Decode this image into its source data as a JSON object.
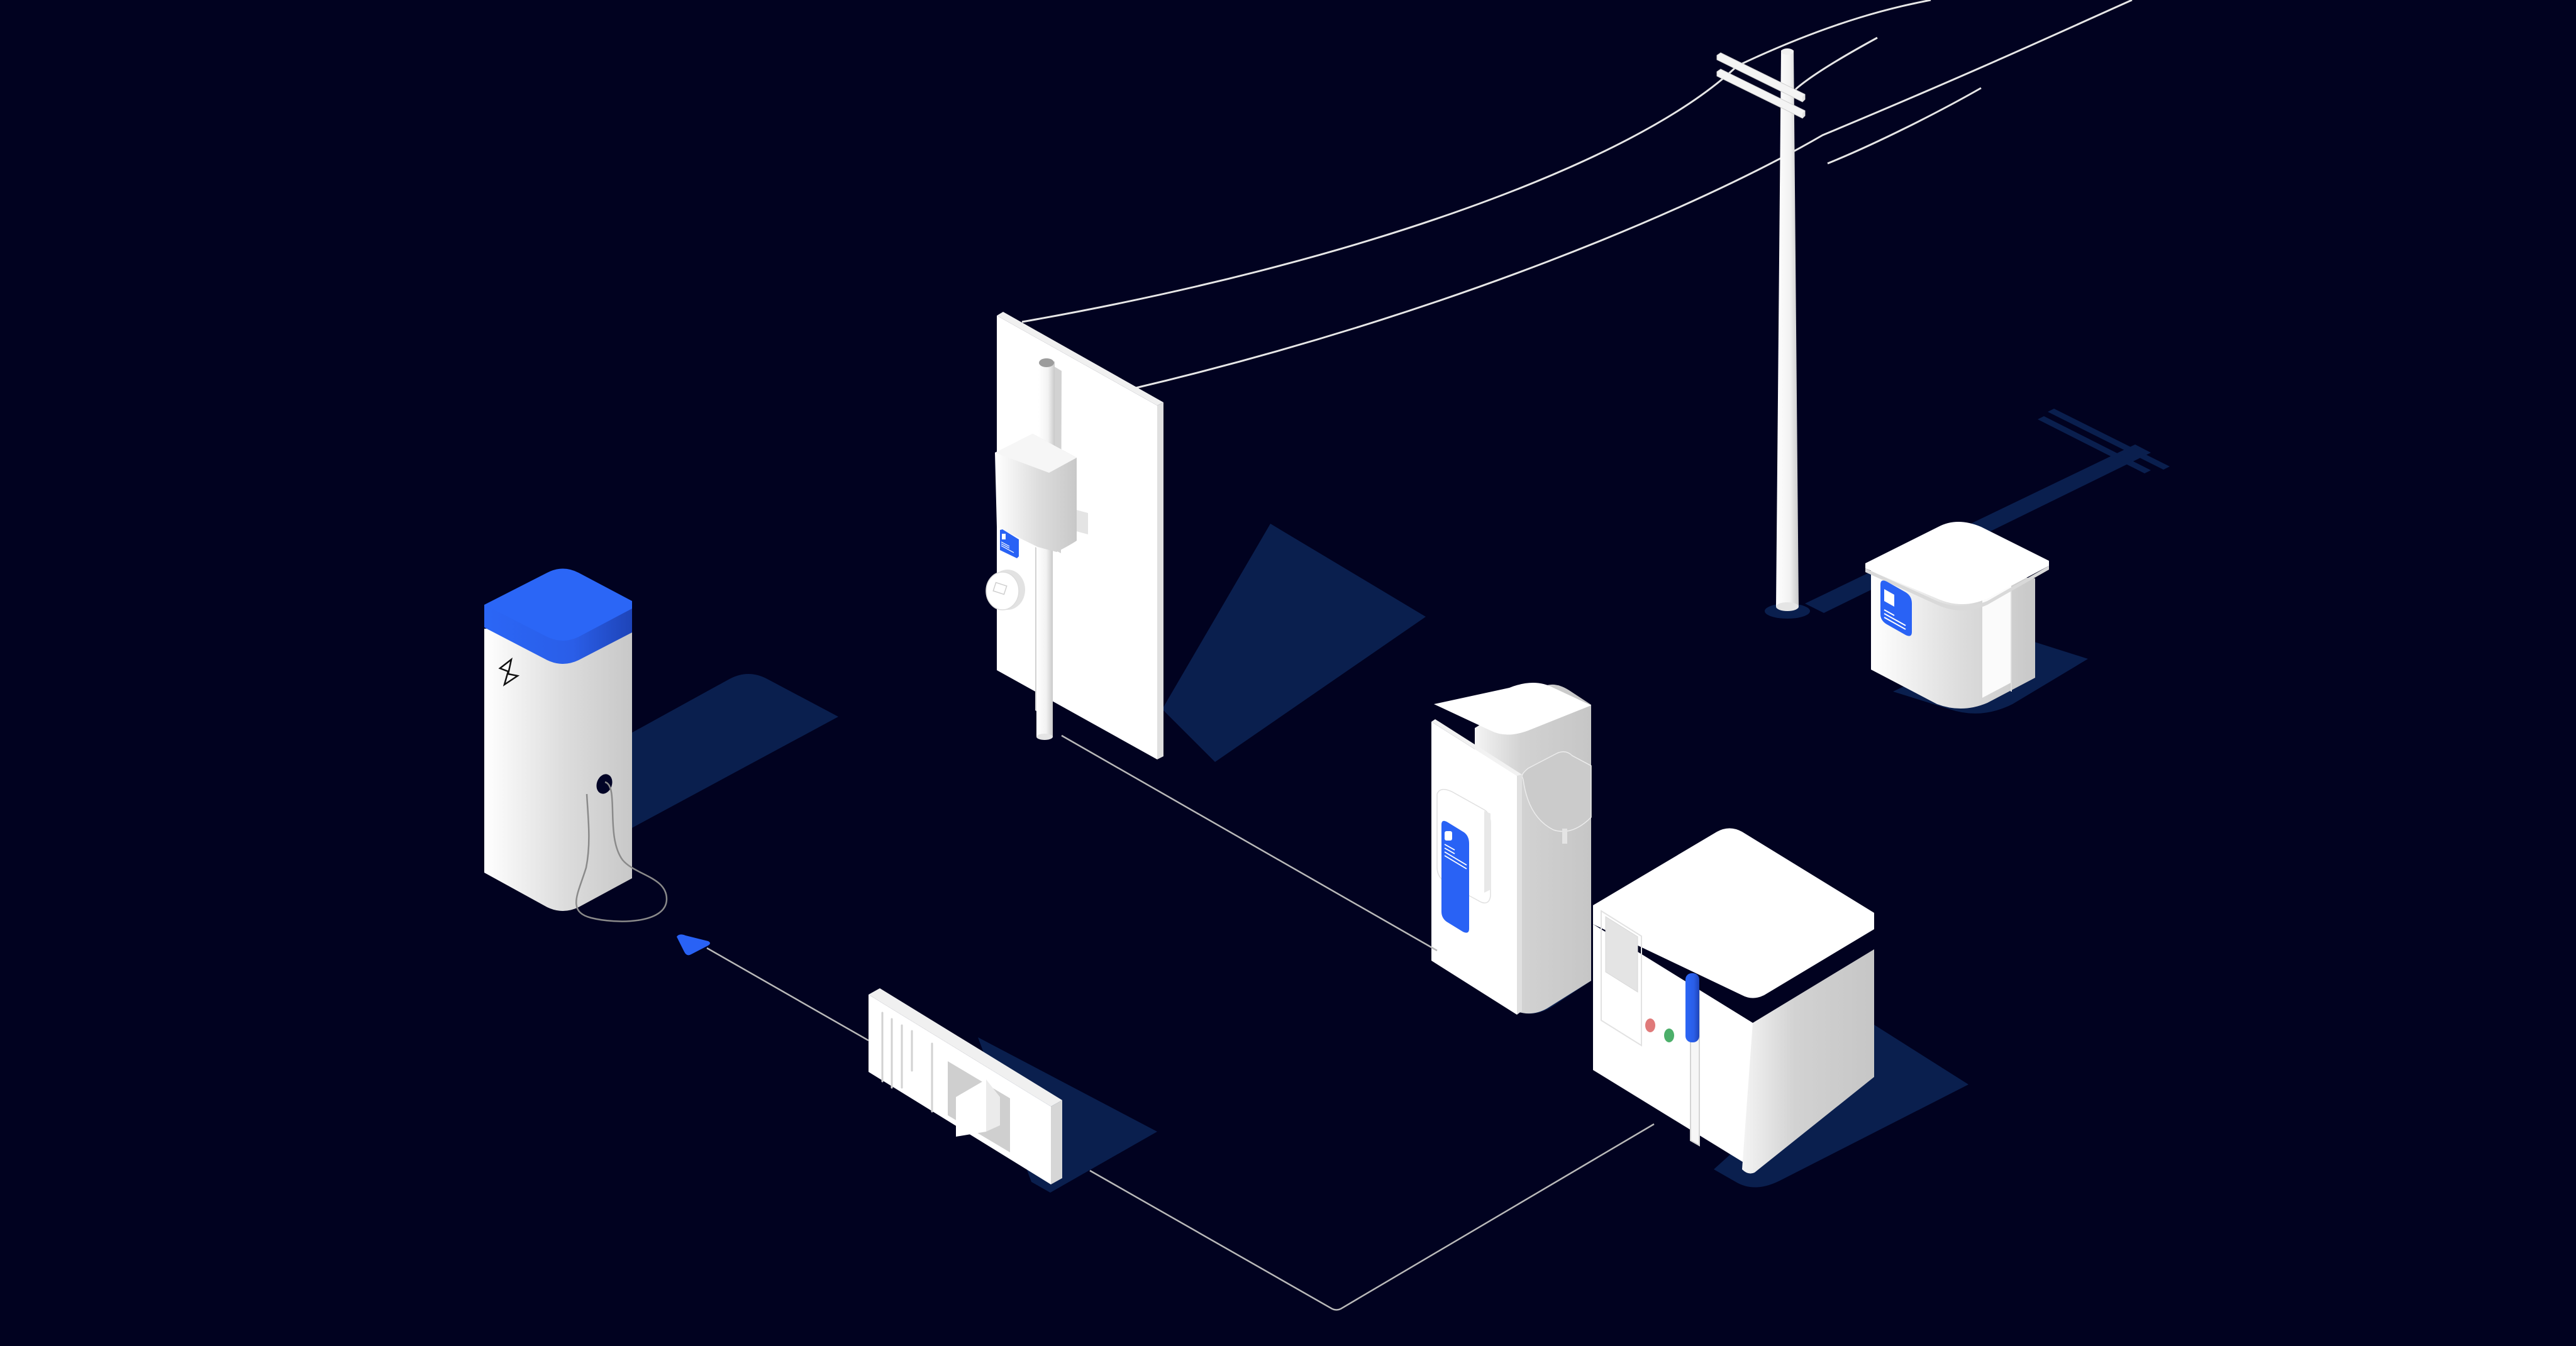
{
  "scene": {
    "title": "Isometric power grid illustration",
    "background": "#010220",
    "colors": {
      "background": "#010220",
      "shadow": "#0a1f4e",
      "accent_blue": "#2962f5",
      "accent_blue_dark": "#1e44b8",
      "white": "#ffffff",
      "light_gray": "#e2e2e2",
      "mid_gray": "#c9c9c9",
      "wire": "#e6e6e6",
      "button_red": "#e07a7a",
      "button_green": "#4caf6a"
    }
  },
  "elements": {
    "utility_pole": {
      "label": "Utility pole with two crossarms"
    },
    "pad_transformer": {
      "label": "Pad-mounted transformer",
      "badge": "blue info label"
    },
    "meter_wall": {
      "label": "Wall with electric meter and conduit",
      "badge": "blue info label"
    },
    "cabinet_tall": {
      "label": "Tall electrical cabinet",
      "badge": "blue info panel"
    },
    "panel_box": {
      "label": "Main electrical panel",
      "buttons": [
        "red stop button",
        "green start button"
      ],
      "handle": "blue handle"
    },
    "breaker_switch": {
      "label": "Disconnect switch with lever"
    },
    "battery_unit": {
      "label": "Home battery / EV charger with blue top",
      "icon": "lightning bolt"
    },
    "plug": {
      "label": "Blue plug connector"
    }
  },
  "connections": [
    {
      "from": "utility_pole",
      "to": "meter_wall",
      "type": "overhead wire"
    },
    {
      "from": "meter_wall",
      "to": "cabinet_tall",
      "type": "ground wire"
    },
    {
      "from": "panel_box",
      "to": "breaker_switch",
      "type": "ground wire"
    },
    {
      "from": "breaker_switch",
      "to": "plug",
      "type": "ground wire"
    },
    {
      "from": "battery_unit",
      "to": "plug",
      "type": "cable"
    }
  ]
}
